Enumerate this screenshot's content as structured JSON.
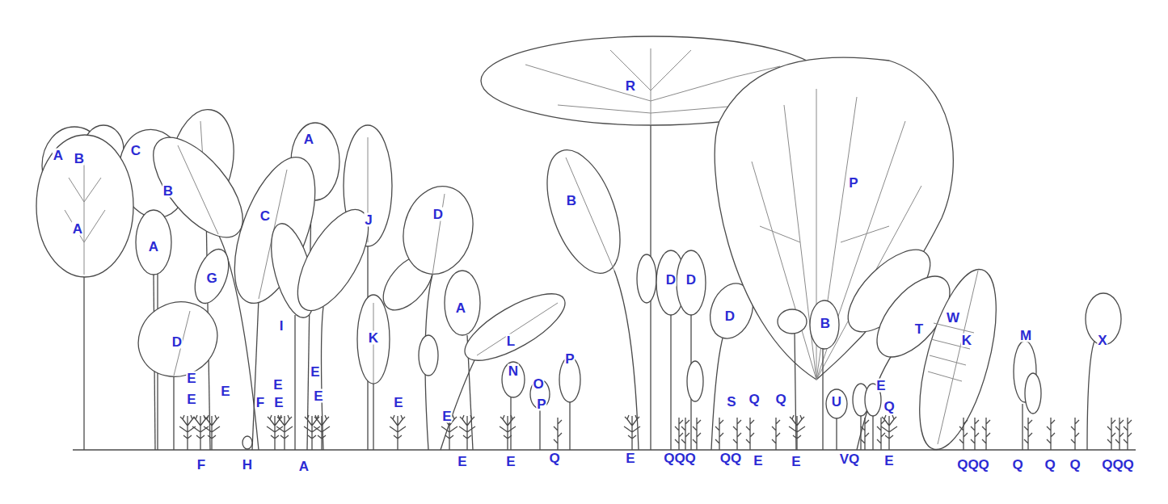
{
  "diagram": {
    "labels": [
      "A",
      "B",
      "C",
      "A",
      "B",
      "A",
      "C",
      "A",
      "G",
      "J",
      "D",
      "D",
      "I",
      "K",
      "A",
      "L",
      "E",
      "E",
      "E",
      "E",
      "E",
      "E",
      "E",
      "F",
      "E",
      "E",
      "N",
      "O",
      "P",
      "P",
      "B",
      "R",
      "P",
      "D",
      "D",
      "D",
      "B",
      "T",
      "W",
      "K",
      "M",
      "X",
      "S",
      "Q",
      "Q",
      "U",
      "E",
      "Q",
      "F",
      "H",
      "A",
      "E",
      "E",
      "Q",
      "E",
      "QQQ",
      "QQ",
      "E",
      "E",
      "VQ",
      "E",
      "QQQ",
      "Q",
      "Q",
      "Q",
      "QQQ"
    ]
  }
}
